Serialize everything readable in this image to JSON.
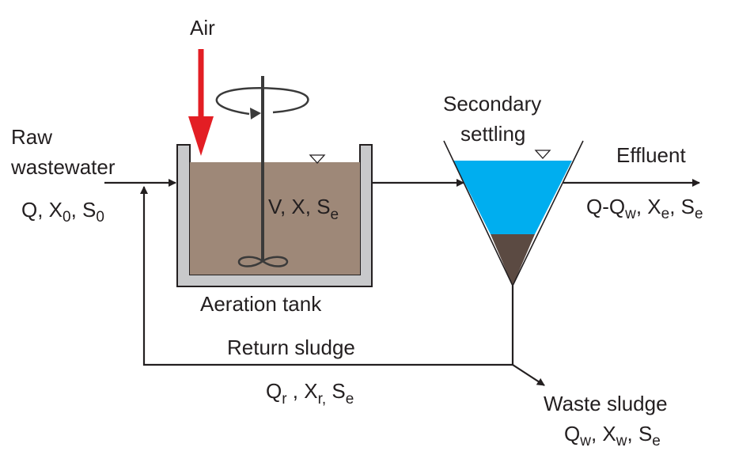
{
  "labels": {
    "air": "Air",
    "raw_line1": "Raw",
    "raw_line2": "wastewater",
    "raw_vars": {
      "q": "Q, X",
      "x_sub": "0",
      "sep": ", S",
      "s_sub": "0"
    },
    "tank_vars": {
      "main": "V, X, S",
      "s_sub": "e"
    },
    "tank_caption": "Aeration tank",
    "settling_line1": "Secondary",
    "settling_line2": "settling",
    "effluent": "Effluent",
    "effluent_vars": {
      "a": "Q-Q",
      "qw_sub": "w",
      "b": ", X",
      "xe_sub": "e",
      "c": ", S",
      "se_sub": "e"
    },
    "return_sludge": "Return sludge",
    "return_vars": {
      "a": "Q",
      "qr_sub": "r",
      "b": " , X",
      "xr_sub": "r,",
      "c": " S",
      "se_sub": "e"
    },
    "waste_sludge": "Waste sludge",
    "waste_vars": {
      "a": "Q",
      "qw_sub": "w",
      "b": ", X",
      "xw_sub": "w",
      "c": ", S",
      "se_sub": "e"
    }
  },
  "colors": {
    "air_arrow": "#e31e24",
    "tank_liquid": "#9e8878",
    "tank_wall": "#c8c9cb",
    "settler_water": "#00aeef",
    "settler_sludge": "#5b4a42",
    "lines": "#231f20"
  }
}
